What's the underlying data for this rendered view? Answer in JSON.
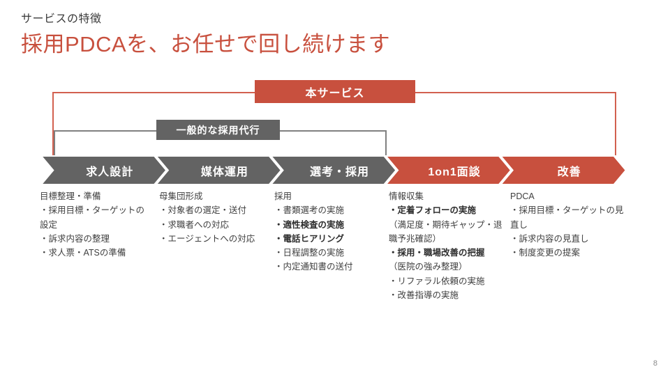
{
  "slide": {
    "eyebrow": "サービスの特徴",
    "headline": "採用PDCAを、お任せで回し続けます",
    "page_number": "8"
  },
  "colors": {
    "accent_red": "#C8503E",
    "bracket_red": "#D2604F",
    "gray": "#636363",
    "bracket_gray": "#808080",
    "text": "#3f3f3f"
  },
  "banners": [
    {
      "id": "main",
      "label": "本サービス",
      "color": "#C8503E"
    },
    {
      "id": "general",
      "label": "一般的な採用代行",
      "color": "#636363"
    }
  ],
  "process": {
    "steps": [
      {
        "label": "求人設計",
        "color": "gray"
      },
      {
        "label": "媒体運用",
        "color": "gray"
      },
      {
        "label": "選考・採用",
        "color": "gray"
      },
      {
        "label": "1on1面談",
        "color": "red"
      },
      {
        "label": "改善",
        "color": "red"
      }
    ]
  },
  "columns": [
    {
      "heading": "目標整理・準備",
      "items": [
        {
          "text": "・採用目標・ターゲットの設定",
          "bold": false
        },
        {
          "text": "・訴求内容の整理",
          "bold": false
        },
        {
          "text": "・求人票・ATSの準備",
          "bold": false
        }
      ]
    },
    {
      "heading": "母集団形成",
      "items": [
        {
          "text": "・対象者の選定・送付",
          "bold": false
        },
        {
          "text": "・求職者への対応",
          "bold": false
        },
        {
          "text": "・エージェントへの対応",
          "bold": false
        }
      ]
    },
    {
      "heading": "採用",
      "items": [
        {
          "text": "・書類選考の実施",
          "bold": false
        },
        {
          "text": "・適性検査の実施",
          "bold": true
        },
        {
          "text": "・電話ヒアリング",
          "bold": true
        },
        {
          "text": "・日程調整の実施",
          "bold": false
        },
        {
          "text": "・内定通知書の送付",
          "bold": false
        }
      ]
    },
    {
      "heading": "情報収集",
      "items": [
        {
          "text": "・定着フォローの実施",
          "bold": true
        },
        {
          "text": "（満足度・期待ギャップ・退職予兆確認）",
          "bold": false
        },
        {
          "text": "・採用・職場改善の把握",
          "bold": true
        },
        {
          "text": "（医院の強み整理）",
          "bold": false
        },
        {
          "text": "・リファラル依頼の実施",
          "bold": false
        },
        {
          "text": "・改善指導の実施",
          "bold": false
        }
      ]
    },
    {
      "heading": "PDCA",
      "items": [
        {
          "text": "・採用目標・ターゲットの見直し",
          "bold": false
        },
        {
          "text": "・訴求内容の見直し",
          "bold": false
        },
        {
          "text": "・制度変更の提案",
          "bold": false
        }
      ]
    }
  ]
}
